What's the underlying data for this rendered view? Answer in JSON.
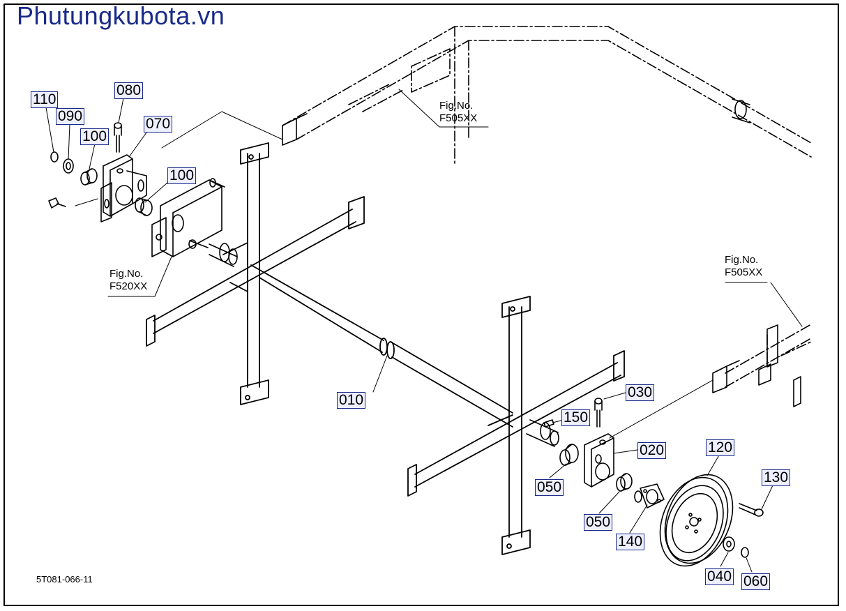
{
  "watermark": "Phutungkubota.vn",
  "drawing_code": "5T081-066-11",
  "fig_refs": [
    {
      "label": "Fig.No.",
      "code": "F505XX"
    },
    {
      "label": "Fig.No.",
      "code": "F520XX"
    },
    {
      "label": "Fig.No.",
      "code": "F505XX"
    }
  ],
  "callouts": [
    "110",
    "090",
    "100",
    "080",
    "070",
    "100",
    "010",
    "030",
    "150",
    "020",
    "050",
    "050",
    "120",
    "130",
    "140",
    "040",
    "060"
  ],
  "colors": {
    "line": "#000000",
    "callout_border": "#1a2a8a",
    "callout_fill": "#eef0ff",
    "watermark": "#1a2a8a"
  }
}
